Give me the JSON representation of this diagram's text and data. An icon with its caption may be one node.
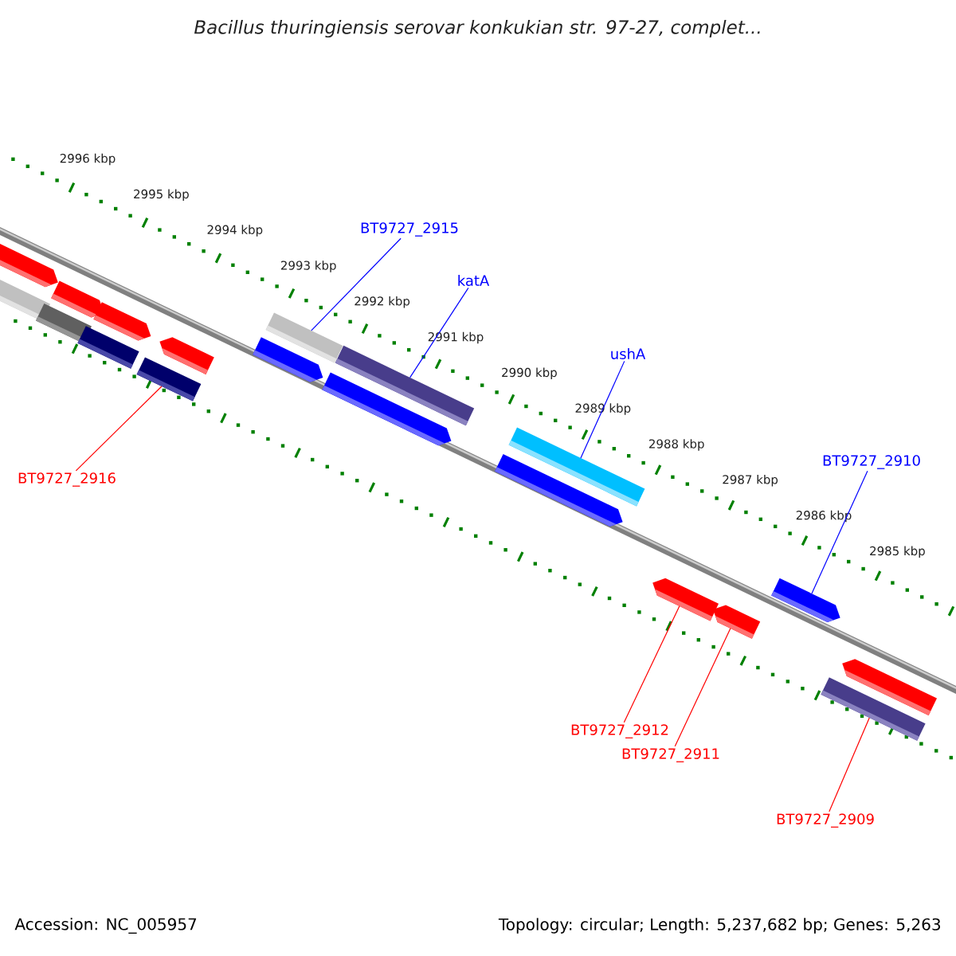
{
  "diagram": {
    "title": "Bacillus thuringiensis serovar konkukian str. 97-27, complet...",
    "nodes": [
      {
        "text": [
          "BT9727_2915"
        ]
      },
      {
        "text": [
          "katA"
        ]
      },
      {
        "text": [
          "ushA"
        ]
      },
      {
        "text": [
          "BT9727_2910"
        ]
      },
      {
        "text": [
          "BT9727_2916"
        ]
      },
      {
        "text": [
          "BT9727_2912"
        ]
      },
      {
        "text": [
          "BT9727_2911"
        ]
      },
      {
        "text": [
          "BT9727_2909"
        ]
      },
      {
        "text": [],
        "shape": "bar"
      },
      {
        "text": [],
        "shape": "arrow"
      },
      {
        "text": [],
        "shape": "bar"
      },
      {
        "text": [],
        "shape": "arrow"
      },
      {
        "text": [],
        "shape": "bar"
      },
      {
        "text": [],
        "shape": "arrow"
      },
      {
        "text": [],
        "shape": "bar"
      },
      {
        "text": [],
        "shape": "arrow"
      },
      {
        "text": [],
        "shape": "arrow"
      },
      {
        "text": [],
        "shape": "bar"
      },
      {
        "text": [],
        "shape": "arrow"
      },
      {
        "text": [],
        "shape": "bar"
      },
      {
        "text": [],
        "shape": "arrow"
      },
      {
        "text": [],
        "shape": "bar"
      },
      {
        "text": [],
        "shape": "arrow"
      },
      {
        "text": [],
        "shape": "arrow"
      },
      {
        "text": [],
        "shape": "arrow"
      },
      {
        "text": [],
        "shape": "bar"
      },
      {
        "text": [],
        "shape": "arrow"
      }
    ],
    "edges": [
      {
        "from": 0,
        "to": 17,
        "arrow": "none",
        "color": "#0000ff"
      },
      {
        "from": 1,
        "to": 19,
        "arrow": "none",
        "color": "#0000ff"
      },
      {
        "from": 2,
        "to": 21,
        "arrow": "none",
        "color": "#0000ff"
      },
      {
        "from": 3,
        "to": 24,
        "arrow": "none",
        "color": "#0000ff"
      },
      {
        "from": 4,
        "to": 14,
        "arrow": "none",
        "color": "#ff0000"
      },
      {
        "from": 5,
        "to": 22,
        "arrow": "none",
        "color": "#ff0000"
      },
      {
        "from": 6,
        "to": 23,
        "arrow": "none",
        "color": "#ff0000"
      },
      {
        "from": 7,
        "to": 25,
        "arrow": "none",
        "color": "#ff0000"
      }
    ],
    "labels": [
      "2996 kbp",
      "2995 kbp",
      "2994 kbp",
      "2993 kbp",
      "2992 kbp",
      "2991 kbp",
      "2990 kbp",
      "2989 kbp",
      "2988 kbp",
      "2987 kbp",
      "2986 kbp",
      "2985 kbp",
      "Accession: NC_005957",
      "Topology: circular; Length: 5,237,682 bp; Genes: 5,263"
    ]
  }
}
